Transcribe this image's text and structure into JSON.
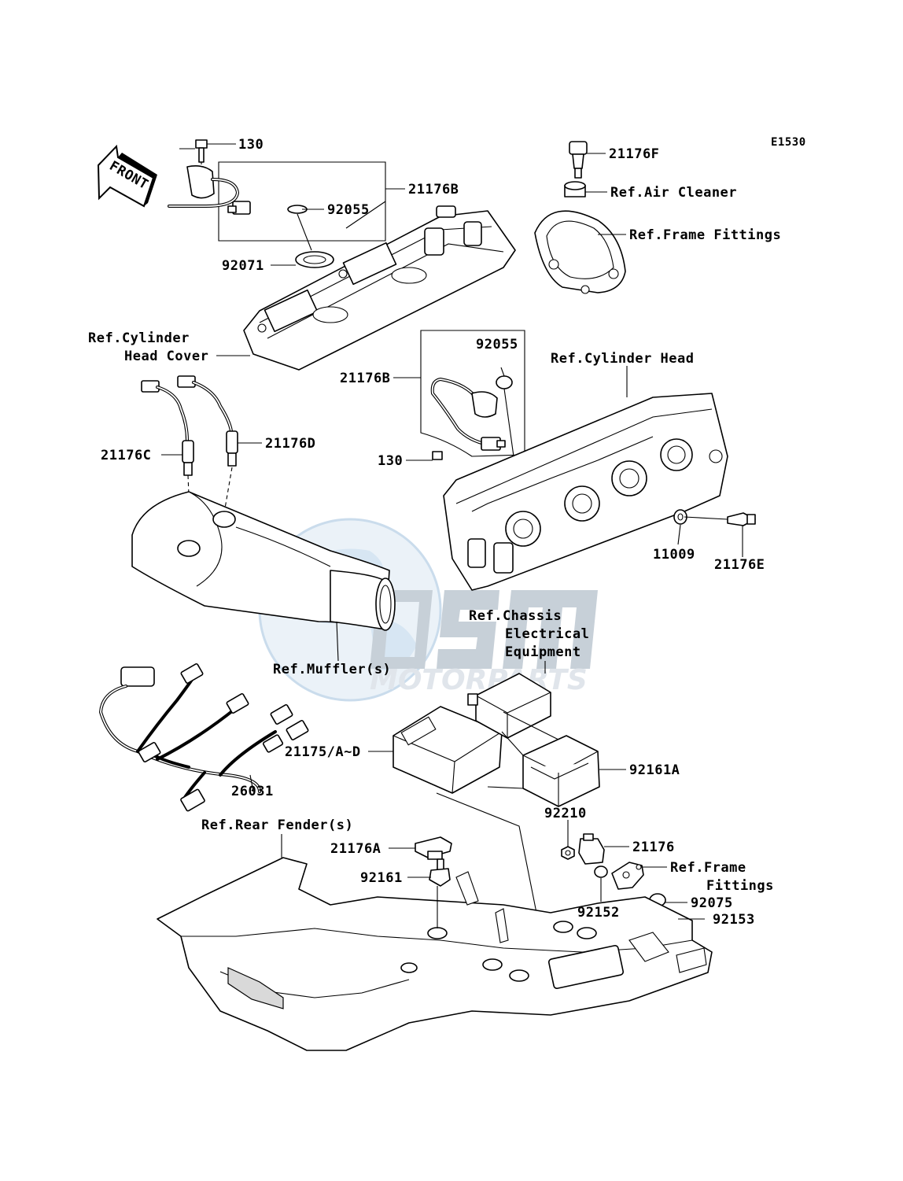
{
  "figure_id": "E1530",
  "orientation": "FRONT",
  "watermark": {
    "brand": "MOTORPARTS",
    "color": "#c7d1dc"
  },
  "callouts": [
    "130",
    "21176B",
    "92055",
    "92071",
    "Ref.Cylinder",
    "Head Cover",
    "21176F",
    "Ref.Air Cleaner",
    "Ref.Frame Fittings",
    "92055",
    "21176B",
    "Ref.Cylinder Head",
    "130",
    "21176C",
    "21176D",
    "11009",
    "21176E",
    "Ref.Chassis",
    "Electrical",
    "Equipment",
    "Ref.Muffler(s)",
    "21175/A~D",
    "92161A",
    "26031",
    "92210",
    "Ref.Rear Fender(s)",
    "21176A",
    "21176",
    "Ref.Frame",
    "Fittings",
    "92161",
    "92075",
    "92152",
    "92153"
  ]
}
